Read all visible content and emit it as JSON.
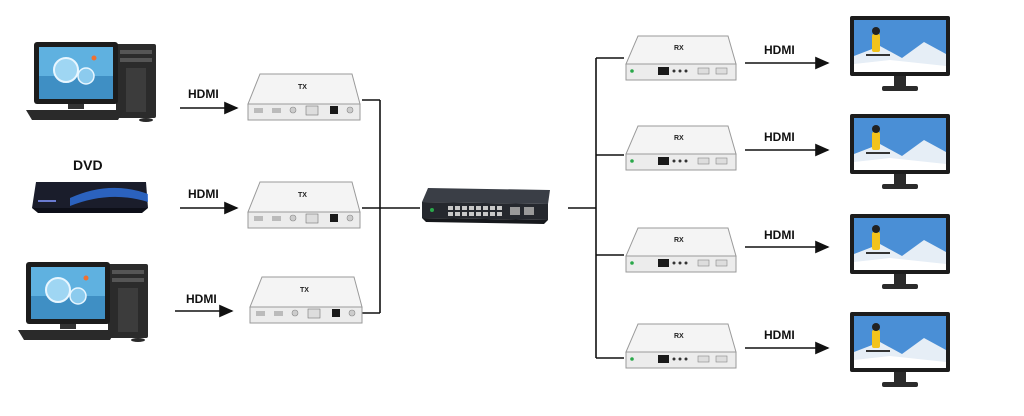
{
  "labels": {
    "hdmi": "HDMI",
    "dvd": "DVD",
    "tx": "TX",
    "rx": "RX"
  },
  "colors": {
    "line": "#111111",
    "device_body": "#f4f4f4",
    "device_edge": "#9a9a9a",
    "switch_body": "#2a2d33",
    "port_green": "#2aa84a",
    "screen_sky": "#4a8fd6",
    "monitor_frame": "#1c1c1c"
  }
}
